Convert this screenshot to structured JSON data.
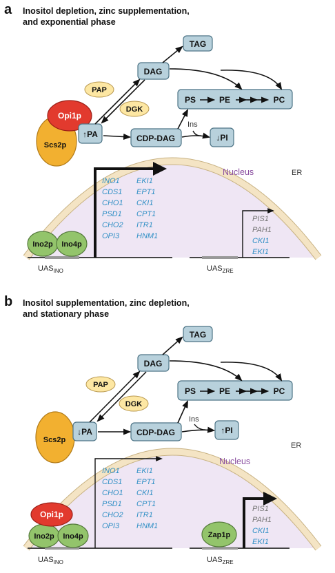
{
  "colors": {
    "box_fill": "#b8d1dc",
    "box_stroke": "#4d7486",
    "pap_dgk_fill": "#fde7a3",
    "opi1p_fill": "#e23a2e",
    "scs2p_fill": "#f2b030",
    "ino_fill": "#93c46b",
    "membrane": "#f4e4c4",
    "nucleus": "#efe6f4",
    "gene_active": "#2f8fc5",
    "gene_inactive": "#777777",
    "nucleus_label": "#8a4fa0"
  },
  "panels": [
    {
      "letter": "a",
      "title_line1": "Inositol depletion, zinc supplementation,",
      "title_line2": "and exponential phase",
      "tag": "TAG",
      "dag": "DAG",
      "pap": "PAP",
      "dgk": "DGK",
      "ps": "PS",
      "pe": "PE",
      "pc": "PC",
      "pa_label": "PA",
      "pa_arrow": "↑",
      "cdp_dag": "CDP-DAG",
      "ins": "Ins",
      "pi_label": "PI",
      "pi_arrow": "↓",
      "er": "ER",
      "nucleus": "Nucleus",
      "opi1p": "Opi1p",
      "scs2p": "Scs2p",
      "ino2p": "Ino2p",
      "ino4p": "Ino4p",
      "uas_ino_main": "UAS",
      "uas_ino_sub": "INO",
      "uas_zre_main": "UAS",
      "uas_zre_sub": "ZRE",
      "ino_genes_col1": [
        "INO1",
        "CDS1",
        "CHO1",
        "PSD1",
        "CHO2",
        "OPI3"
      ],
      "ino_genes_col2": [
        "EKI1",
        "EPT1",
        "CKI1",
        "CPT1",
        "ITR1",
        "HNM1"
      ],
      "zre_genes": [
        "PIS1",
        "PAH1",
        "CKI1",
        "EKI1"
      ]
    },
    {
      "letter": "b",
      "title_line1": "Inositol supplementation, zinc depletion,",
      "title_line2": "and stationary phase",
      "tag": "TAG",
      "dag": "DAG",
      "pap": "PAP",
      "dgk": "DGK",
      "ps": "PS",
      "pe": "PE",
      "pc": "PC",
      "pa_label": "PA",
      "pa_arrow": "↓",
      "cdp_dag": "CDP-DAG",
      "ins": "Ins",
      "pi_label": "PI",
      "pi_arrow": "↑",
      "er": "ER",
      "nucleus": "Nucleus",
      "opi1p": "Opi1p",
      "scs2p": "Scs2p",
      "ino2p": "Ino2p",
      "ino4p": "Ino4p",
      "zap1p": "Zap1p",
      "uas_ino_main": "UAS",
      "uas_ino_sub": "INO",
      "uas_zre_main": "UAS",
      "uas_zre_sub": "ZRE",
      "ino_genes_col1": [
        "INO1",
        "CDS1",
        "CHO1",
        "PSD1",
        "CHO2",
        "OPI3"
      ],
      "ino_genes_col2": [
        "EKI1",
        "EPT1",
        "CKI1",
        "CPT1",
        "ITR1",
        "HNM1"
      ],
      "zre_genes": [
        "PIS1",
        "PAH1",
        "CKI1",
        "EKI1"
      ]
    }
  ]
}
